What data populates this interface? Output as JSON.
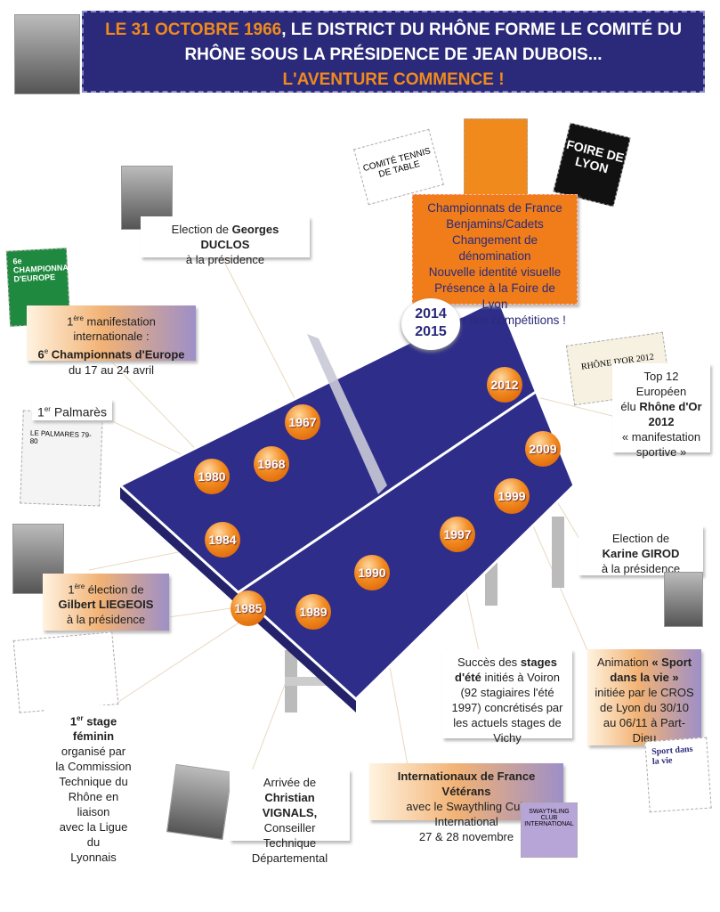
{
  "header": {
    "date": "LE 31 OCTOBRE 1966",
    "line1_rest": ", LE DISTRICT DU RHÔNE FORME LE COMITÉ DU",
    "line2": "RHÔNE SOUS LA PRÉSIDENCE DE JEAN DUBOIS...",
    "line3": "L'AVENTURE COMMENCE !"
  },
  "colors": {
    "navy": "#2b2a7a",
    "orange": "#f07d1a"
  },
  "years": [
    "2014",
    "2015",
    "2012",
    "2009",
    "1999",
    "1997",
    "1990",
    "1989",
    "1985",
    "1984",
    "1980",
    "1968",
    "1967"
  ],
  "events": {
    "e2014": [
      "Championnats de France",
      "Benjamins/Cadets",
      "Changement de dénomination",
      "Nouvelle identité visuelle",
      "Présence à la Foire de Lyon",
      "Refonte des compétitions !"
    ],
    "duclos": {
      "a": "Election de ",
      "b": "Georges DUCLOS",
      "c": "à la présidence"
    },
    "europe": {
      "a": "1",
      "sup": "ère",
      "b": " manifestation internationale :",
      "c": "6",
      "csup": "e",
      "d": " Championnats d'Europe",
      "e": "du 17 au 24 avril"
    },
    "palmares": {
      "a": "1",
      "sup": "er",
      "b": " Palmarès"
    },
    "liegeois": {
      "a": "1",
      "sup": "ère",
      "b": " élection de",
      "c": "Gilbert LIEGEOIS",
      "d": "à la présidence"
    },
    "feminin": {
      "a": "1",
      "sup": "er",
      "b": " stage féminin",
      "c": "organisé par",
      "d": "la Commission",
      "e": "Technique du",
      "f": "Rhône en liaison",
      "g": "avec la Ligue du",
      "h": "Lyonnais"
    },
    "vignals": {
      "a": "Arrivée de",
      "b": "Christian VIGNALS,",
      "c": "Conseiller Technique",
      "d": "Départemental"
    },
    "veterans": {
      "a": "Internationaux de France Vétérans",
      "b": "avec le Swaythling Cub International",
      "c": "27 & 28 novembre"
    },
    "stages": {
      "a": "Succès des ",
      "b": "stages",
      "c": "d'été",
      "d": " initiés à Voiron (92 stagiaires l'été 1997) concrétisés par les actuels stages de Vichy"
    },
    "sport": {
      "a": "Animation ",
      "b": "« Sport dans la vie »",
      "c": " initiée par le CROS de Lyon du 30/10 au 06/11 à Part-Dieu"
    },
    "girod": {
      "a": "Election de",
      "b": "Karine GIROD",
      "c": "à la présidence"
    },
    "rhonedor": {
      "a": "Top 12 Européen",
      "b": "élu ",
      "c": "Rhône d'Or",
      "d": "2012",
      "e": "« manifestation sportive »"
    }
  },
  "images": {
    "foire": "FOIRE DE LYON",
    "comite": "COMITÉ TENNIS DE TABLE",
    "rhonedor": "RHÔNE D'OR 2012",
    "swaythling": "SWAYTHLING CLUB INTERNATIONAL",
    "sportvie": "Sport dans la vie",
    "europe": "6e CHAMPIONNATS D'EUROPE",
    "palmares": "LE PALMARES 79-80"
  }
}
